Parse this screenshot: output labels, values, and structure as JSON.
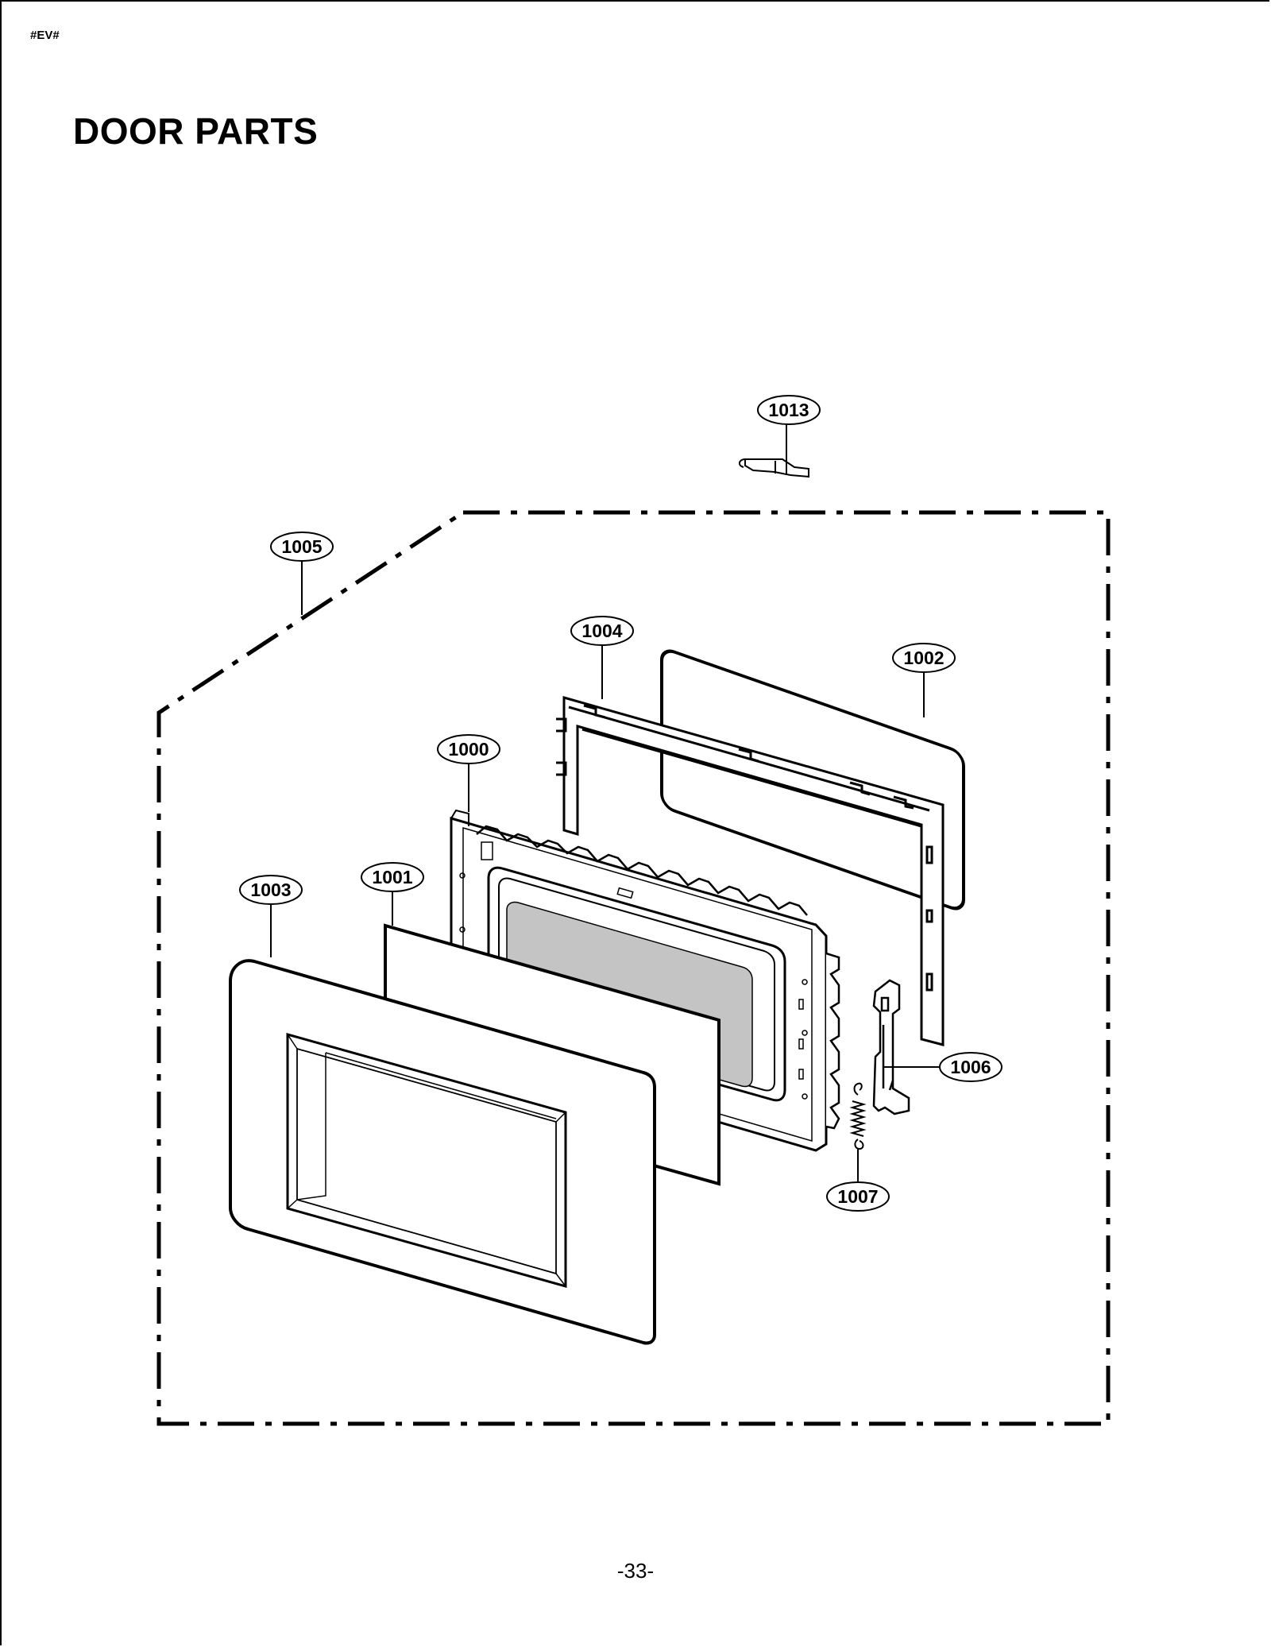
{
  "header": {
    "doc_code": "#EV#"
  },
  "title": "DOOR PARTS",
  "footer": {
    "page_number": "-33-"
  },
  "diagram": {
    "callouts": [
      {
        "id": "1013"
      },
      {
        "id": "1005"
      },
      {
        "id": "1004"
      },
      {
        "id": "1002"
      },
      {
        "id": "1000"
      },
      {
        "id": "1001"
      },
      {
        "id": "1003"
      },
      {
        "id": "1006"
      },
      {
        "id": "1007"
      }
    ]
  }
}
